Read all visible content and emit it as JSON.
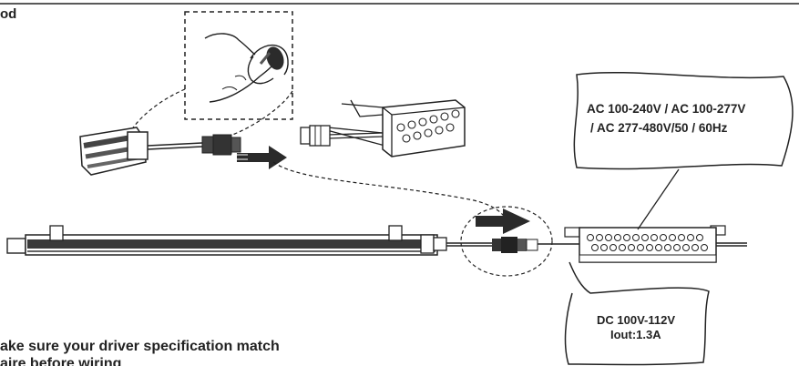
{
  "header": {
    "label": "od"
  },
  "input_callout": {
    "line1": "AC 100-240V / AC 100-277V",
    "line2": "/ AC 277-480V/50 / 60Hz"
  },
  "output_callout": {
    "line1": "DC 100V-112V",
    "line2": "Iout:1.3A"
  },
  "note": {
    "line1": "ake sure your driver specification match",
    "line2": "aire before wiring"
  },
  "colors": {
    "ink": "#1e1e1e",
    "tube_dark": "#3a3a3a",
    "arrow": "#222222"
  }
}
